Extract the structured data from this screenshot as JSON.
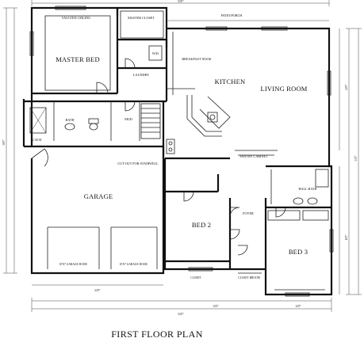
{
  "title": "FIRST FLOOR PLAN",
  "rooms": {
    "master_bed": "MASTER BED",
    "master_closet": "MASTER CLOSET",
    "wd": "W/D",
    "laundry": "LAUNDRY",
    "breakfast_nook": "BREAKFAST NOOK",
    "kitchen": "KITCHEN",
    "living_room": "LIVING ROOM",
    "bath": "BATH",
    "mud": "MUD",
    "garage": "GARAGE",
    "hall_bath": "HALL BATH",
    "bed2": "BED 2",
    "foyer": "FOYER",
    "bed3": "BED 3"
  },
  "annotations": {
    "patio_porch": "PATIO/PORCH",
    "vaulted_ceiling": "VAULTED CEILING",
    "cut_out_for_stairwell": "CUT-OUT FOR STAIRWELL",
    "pantry_cabinet": "PANTRY CABINET",
    "seat": "12' SEAT",
    "garage_door_left": "10'X7 GARAGE DOOR",
    "garage_door_right": "10'X7 GARAGE DOOR",
    "closet": "CLOSET",
    "closet_broom": "CLOSET BROOM"
  },
  "dimensions": {
    "top_overall": "52'0\"",
    "bottom_overall": "52'0\"",
    "left_overall": "36'0\"",
    "right_overall": "33'0\"",
    "right_upper": "22'0\"",
    "right_lower": "11'0\"",
    "garage_width": "22'0\"",
    "bed3_width": "12'0\"",
    "bed2_width": "12'6\""
  }
}
